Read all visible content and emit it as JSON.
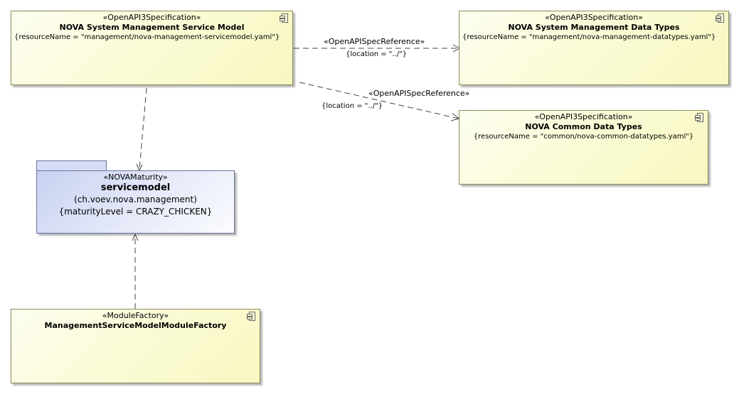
{
  "components": {
    "service_model": {
      "stereotype": "«OpenAPI3Specification»",
      "name": "NOVA System Management Service Model",
      "tagged_value": "{resourceName = \"management/nova-management-servicemodel.yaml\"}"
    },
    "data_types": {
      "stereotype": "«OpenAPI3Specification»",
      "name": "NOVA System Management Data Types",
      "tagged_value": "{resourceName = \"management/nova-management-datatypes.yaml\"}"
    },
    "common_types": {
      "stereotype": "«OpenAPI3Specification»",
      "name": "NOVA Common Data Types",
      "tagged_value": "{resourceName = \"common/nova-common-datatypes.yaml\"}"
    },
    "module_factory": {
      "stereotype": "«ModuleFactory»",
      "name": "ManagementServiceModelModuleFactory"
    }
  },
  "package": {
    "stereotype": "«NOVAMaturity»",
    "name": "servicemodel",
    "qualifier": "(ch.voev.nova.management)",
    "tagged_value": "{maturityLevel = CRAZY_CHICKEN}"
  },
  "edges": {
    "ref1": {
      "stereotype": "«OpenAPISpecReference»",
      "tagged_value": "{location = \"../\"}"
    },
    "ref2": {
      "stereotype": "«OpenAPISpecReference»",
      "tagged_value": "{location = \"../\"}"
    }
  }
}
